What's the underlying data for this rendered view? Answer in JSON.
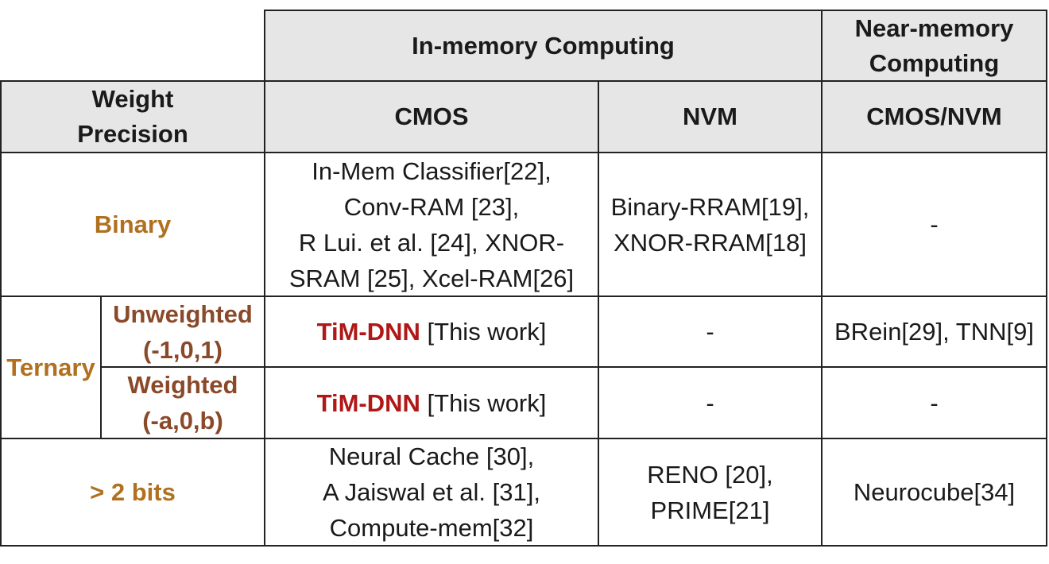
{
  "colors": {
    "header_bg": "#e6e6e6",
    "binary_label": "#b07020",
    "ternary_sub": "#8a4a2a",
    "timdnn": "#b01818",
    "border": "#222222"
  },
  "header": {
    "group_inmemory": "In-memory Computing",
    "group_nearmemory_line1": "Near-memory",
    "group_nearmemory_line2": "Computing",
    "weight_line1": "Weight",
    "weight_line2": "Precision",
    "col_cmos": "CMOS",
    "col_nvm": "NVM",
    "col_cmosnvm": "CMOS/NVM"
  },
  "rows": {
    "binary": {
      "label": "Binary",
      "cmos": [
        "In-Mem Classifier[22],",
        "Conv-RAM [23],",
        "R Lui. et al. [24], XNOR-",
        "SRAM [25], Xcel-RAM[26]"
      ],
      "nvm": [
        "Binary-RRAM[19],",
        "XNOR-RRAM[18]"
      ],
      "cmosnvm": "-"
    },
    "ternary": {
      "label": "Ternary",
      "unweighted": {
        "label_line1": "Unweighted",
        "label_line2": "(-1,0,1)",
        "cmos_highlight": "TiM-DNN",
        "cmos_rest": " [This work]",
        "nvm": "-",
        "cmosnvm": "BRein[29], TNN[9]"
      },
      "weighted": {
        "label_line1": "Weighted",
        "label_line2": "(-a,0,b)",
        "cmos_highlight": "TiM-DNN",
        "cmos_rest": " [This work]",
        "nvm": "-",
        "cmosnvm": "-"
      }
    },
    "multibit": {
      "label": "> 2 bits",
      "cmos": [
        "Neural Cache [30],",
        "A Jaiswal et al. [31],",
        "Compute-mem[32]"
      ],
      "nvm": [
        "RENO [20],",
        "PRIME[21]"
      ],
      "cmosnvm": "Neurocube[34]"
    }
  }
}
